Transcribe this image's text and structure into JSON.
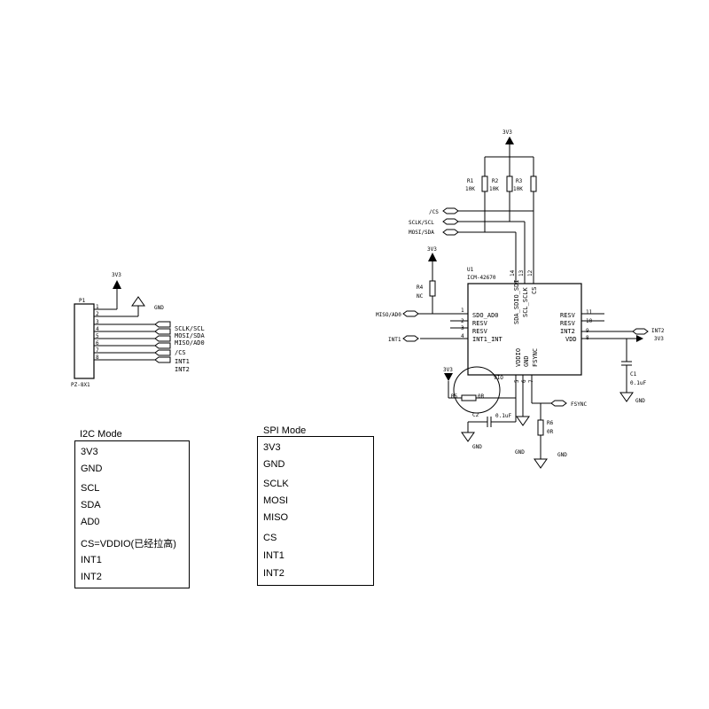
{
  "connector": {
    "ref": "P1",
    "part": "PZ-8X1",
    "supply_label": "3V3",
    "gnd_label": "GND",
    "pins": [
      "1",
      "2",
      "3",
      "4",
      "5",
      "6",
      "7",
      "8"
    ],
    "signals": [
      "SCLK/SCL",
      "MOSI/SDA",
      "MISO/AD0",
      "/CS",
      "INT1",
      "INT2"
    ]
  },
  "chip": {
    "ref": "U1",
    "part": "ICM-42670",
    "left_pin_numbers": [
      "1",
      "2",
      "3",
      "4"
    ],
    "left_pins": [
      "SDO_AD0",
      "RESV",
      "RESV",
      "INT1_INT"
    ],
    "right_pin_numbers": [
      "11",
      "10",
      "9",
      "8"
    ],
    "right_pins": [
      "RESV",
      "RESV",
      "INT2",
      "VDD"
    ],
    "top_pins": [
      "SDA_SDIO_SDI",
      "SCL_SCLK",
      "CS"
    ],
    "top_pin_numbers": [
      "14",
      "13",
      "12"
    ],
    "bottom_pins": [
      "VDDIO",
      "GND",
      "FSYNC"
    ],
    "bottom_pin_numbers": [
      "5",
      "6",
      "7"
    ]
  },
  "supply": {
    "top": "3V3",
    "r4": "3V3",
    "vio": "3V3",
    "right": "3V3"
  },
  "resistors": [
    {
      "ref": "R1",
      "value": "10K"
    },
    {
      "ref": "R2",
      "value": "10K"
    },
    {
      "ref": "R3",
      "value": "10K"
    },
    {
      "ref": "R4",
      "value": "NC"
    },
    {
      "ref": "R5",
      "value": "0R"
    },
    {
      "ref": "R6",
      "value": "0R"
    }
  ],
  "capacitors": [
    {
      "ref": "C1",
      "value": "0.1uF"
    },
    {
      "ref": "C2",
      "value": "0.1uF"
    }
  ],
  "net_ports": {
    "cs": "/CS",
    "sclk": "SCLK/SCL",
    "mosi": "MOSI/SDA",
    "miso": "MISO/AD0",
    "int1": "INT1",
    "int2": "INT2",
    "fsync": "FSYNC",
    "vio": "VIO"
  },
  "gnd_label": "GND",
  "i2c_box": {
    "title": "I2C Mode",
    "items": [
      "3V3",
      "GND",
      "SCL",
      "SDA",
      "AD0",
      "CS=VDDIO(已经拉高)",
      "INT1",
      "INT2"
    ]
  },
  "spi_box": {
    "title": "SPI Mode",
    "items": [
      "3V3",
      "GND",
      "SCLK",
      "MOSI",
      "MISO",
      "CS",
      "INT1",
      "INT2"
    ]
  }
}
